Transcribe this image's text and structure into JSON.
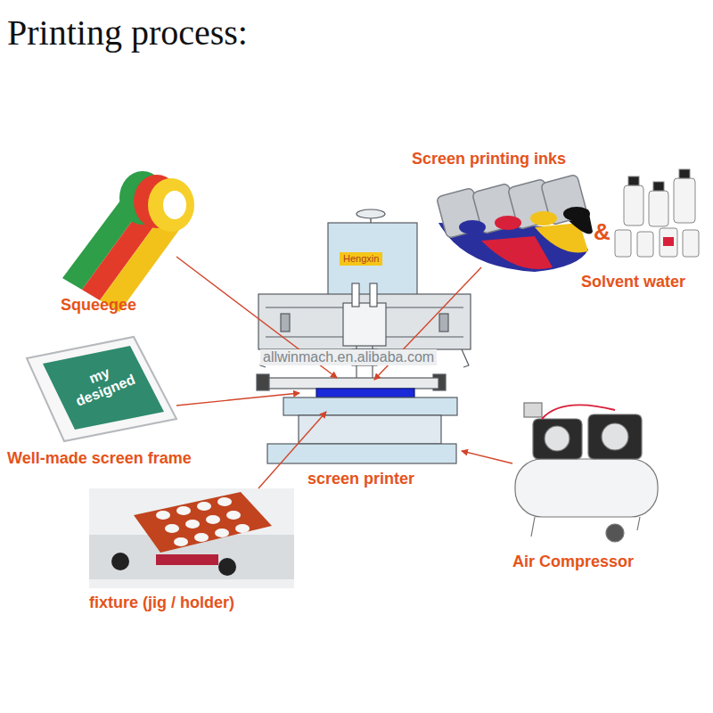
{
  "diagram": {
    "title": "Printing process:",
    "labels": [
      "Squeegee",
      "Screen printing inks",
      "&",
      "Solvent water",
      "my designed",
      "Well-made screen frame",
      "Hengxin",
      "allwinmach.en.alibaba.com",
      "screen printer",
      "Air Compressor",
      "fixture (jig / holder)"
    ]
  }
}
